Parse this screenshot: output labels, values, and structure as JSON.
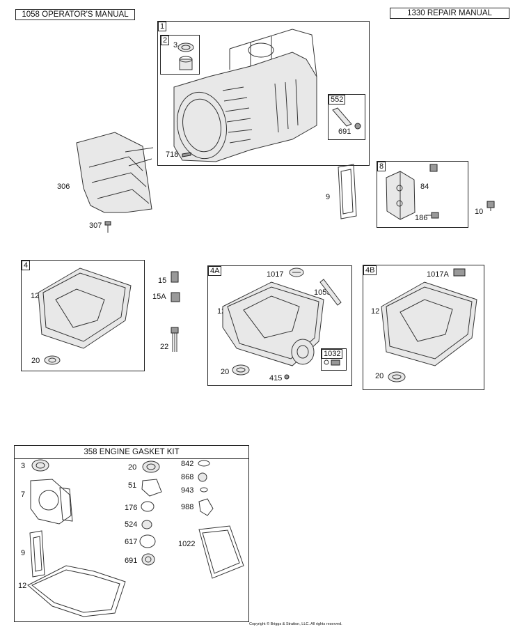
{
  "header": {
    "operators_manual": "1058 OPERATOR'S MANUAL",
    "repair_manual": "1330 REPAIR MANUAL"
  },
  "groups": {
    "g1": {
      "tag": "1"
    },
    "g2": {
      "tag": "2",
      "part": "3"
    },
    "g552": {
      "tag": "552",
      "part": "691"
    },
    "g8": {
      "tag": "8",
      "parts": [
        "84",
        "186"
      ]
    },
    "g4": {
      "tag": "4",
      "parts": [
        "12",
        "20"
      ]
    },
    "g4a": {
      "tag": "4A",
      "parts": [
        "1017",
        "1055",
        "12",
        "20",
        "415"
      ]
    },
    "g1032": {
      "tag": "1032"
    },
    "g4b": {
      "tag": "4B",
      "parts": [
        "1017A",
        "12",
        "20"
      ]
    }
  },
  "loose_parts": {
    "p718": "718",
    "p306": "306",
    "p307": "307",
    "p9": "9",
    "p10": "10",
    "p15": "15",
    "p15a": "15A",
    "p22": "22"
  },
  "kit": {
    "title": "358 ENGINE GASKET KIT",
    "col1": [
      "3",
      "7",
      "9",
      "12"
    ],
    "col2": [
      "20",
      "51",
      "176",
      "524",
      "617",
      "691"
    ],
    "col3": [
      "842",
      "868",
      "943",
      "988",
      "1022"
    ]
  },
  "copyright": "Copyright © Briggs & Stratton, LLC. All rights reserved."
}
